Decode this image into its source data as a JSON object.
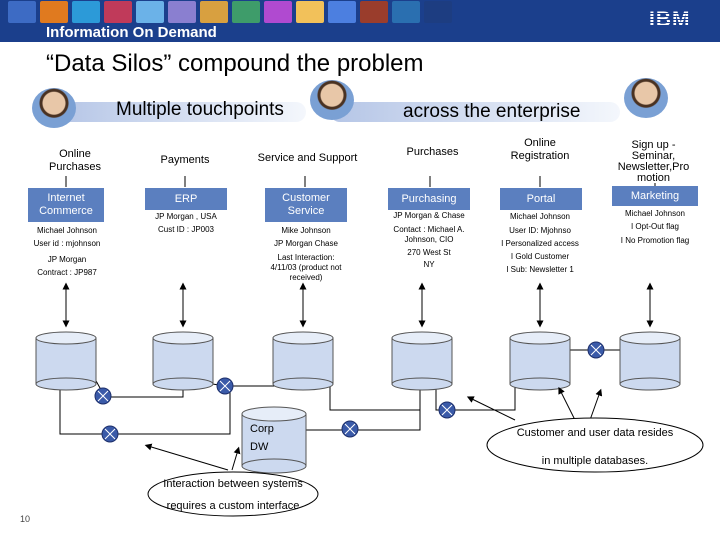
{
  "header": {
    "banner_title": "Information On Demand",
    "logo": "IBM",
    "colors": {
      "banner": "#1b3f8c",
      "system_box": "#5b7fbf",
      "db_fill": "#ccd9ef",
      "connector": "#3a5aa8"
    }
  },
  "slide": {
    "title": "“Data Silos” compound the problem",
    "left_heading": "Multiple touchpoints",
    "right_heading": "across the enterprise",
    "page_number": "10"
  },
  "columns": [
    {
      "category": "Online\nPurchases",
      "system": "Internet\nCommerce",
      "details": [
        "Michael Johnson",
        "User id : mjohnson",
        "JP Morgan\nContract : JP987"
      ]
    },
    {
      "category": "Payments",
      "system": "ERP",
      "details": [
        "JP Morgan , USA",
        "Cust ID : JP003"
      ]
    },
    {
      "category": "Service and Support",
      "system": "Customer\nService",
      "details": [
        "Mike Johnson",
        "JP Morgan Chase",
        "Last Interaction:\n4/11/03 (product not\nreceived)"
      ]
    },
    {
      "category": "Purchases",
      "system": "Purchasing",
      "details": [
        "JP Morgan & Chase",
        "Contact : Michael A.\nJohnson, CIO",
        "270 West St\nNY"
      ]
    },
    {
      "category": "Online\nRegistration",
      "system": "Portal",
      "details": [
        "Michael Johnson",
        "User ID: Mjohnso",
        "I Personalized access",
        "I Gold Customer",
        "I Sub: Newsletter 1"
      ]
    },
    {
      "category": "Sign up -\nSeminar,\nNewsletter,Pro\nmotion",
      "system": "Marketing",
      "details": [
        "Michael Johnson",
        "I Opt-Out flag",
        "I No Promotion flag"
      ]
    }
  ],
  "center": {
    "db_label": "Corp\nDW"
  },
  "notes": {
    "interaction_line1": "Interaction between systems",
    "interaction_line2": "requires a custom interface",
    "silo_line1": "Customer and user data resides",
    "silo_line2": "in multiple databases."
  }
}
